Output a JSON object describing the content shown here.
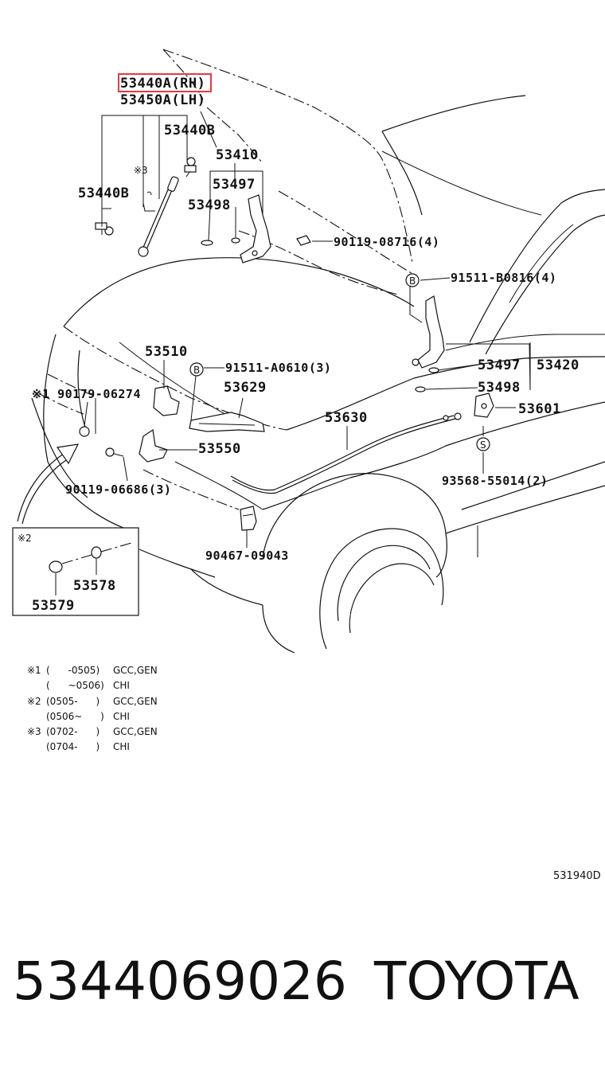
{
  "labels": {
    "p53440a_rh": "53440A(RH)",
    "p53450a_lh": "53450A(LH)",
    "p53440b_top": "53440B",
    "p53440b_left": "53440B",
    "note3_mark": "※3",
    "p53410": "53410",
    "p53497_top": "53497",
    "p53498_top": "53498",
    "p90119_08716": "90119-08716(4)",
    "p91511_b0816": "91511-B0816(4)",
    "b_mark_1": "B",
    "p53510": "53510",
    "b_mark_2": "B",
    "p91511_a0610": "91511-A0610(3)",
    "p53629": "53629",
    "p90179_06274": "※1 90179-06274",
    "p53550": "53550",
    "p90119_06686": "90119-06686(3)",
    "p53497_right": "53497",
    "p53420": "53420",
    "p53498_right": "53498",
    "p53630": "53630",
    "p53601": "53601",
    "s_mark": "S",
    "p93568_55014": "93568-55014(2)",
    "p90467_09043": "90467-09043",
    "inset_mark": "※2",
    "p53578": "53578",
    "p53579": "53579"
  },
  "notes": [
    {
      "mark": "※1",
      "range": "(      -0505)",
      "region": "GCC,GEN"
    },
    {
      "mark": "",
      "range": "(      ~0506)",
      "region": "CHI"
    },
    {
      "mark": "※2",
      "range": "(0505-      )",
      "region": "GCC,GEN"
    },
    {
      "mark": "",
      "range": "(0506~      )",
      "region": "CHI"
    },
    {
      "mark": "※3",
      "range": "(0702-      )",
      "region": "GCC,GEN"
    },
    {
      "mark": "",
      "range": "(0704-      )",
      "region": "CHI"
    }
  ],
  "diagram_code": "531940D",
  "footer": {
    "part_number": "5344069026",
    "brand": "TOYOTA"
  },
  "highlight_color": "#e8393f"
}
